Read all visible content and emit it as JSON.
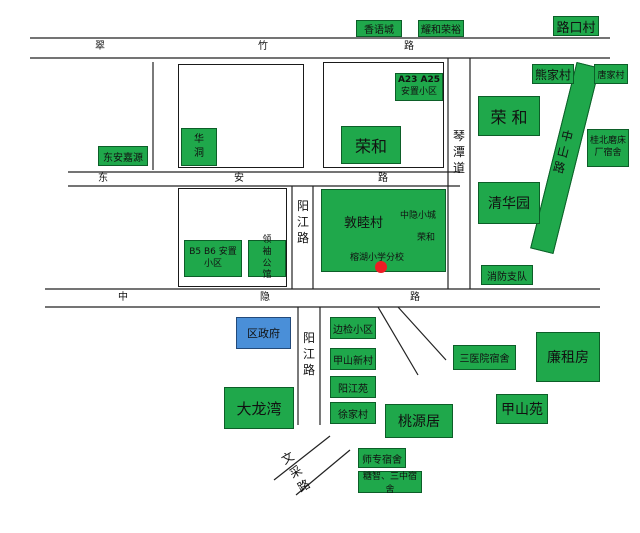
{
  "roads": {
    "cuizhu": [
      "翠",
      "竹",
      "路"
    ],
    "dongan": [
      "东",
      "安",
      "路"
    ],
    "zhongyin": [
      "中",
      "隐",
      "路"
    ],
    "yangjiang_n": "阳江路",
    "yangjiang_s": "阳江路",
    "qintan": "琴潭道",
    "zhongshan": "中山路",
    "wencai": "文采路"
  },
  "places": {
    "xiangyucheng": "香语城",
    "yaoherongyu": "耀和荣裕",
    "lukoucun": "路口村",
    "xiongjiacun": "熊家村",
    "tangjiacun": "唐家村",
    "a23": "A23 A25",
    "a23_sub": "安置小区",
    "ronghe_n": "荣和",
    "ronghe_e": "荣 和",
    "guibei": "桂北磨床厂宿舍",
    "dongan_jiayuan": "东安嘉源",
    "huadong": "华洞",
    "b5b6": "B5 B6 安置小区",
    "lingxiu": "领袖公馆",
    "dunmucun": "敦睦村",
    "zhongyinxiaocheng": "中隐小城",
    "ronghe_small": "荣和",
    "rongshu": "榕湖小学分校",
    "qinghuayuan": "清华园",
    "xiaofang": "消防支队",
    "qu_zhengfu": "区政府",
    "bianjian": "边检小区",
    "jiashan_xincun": "甲山新村",
    "yangjiangyuan": "阳江苑",
    "xujiacun": "徐家村",
    "dalongwan": "大龙湾",
    "taoyuanju": "桃源居",
    "sanyiyuan": "三医院宿舍",
    "lianzufang": "廉租房",
    "jiashanyuan": "甲山苑",
    "shizhuan": "师专宿舍",
    "tangzhi": "糖智、三中宿舍"
  },
  "colors": {
    "green": "#1fa84b",
    "blue": "#4a8fd8",
    "marker": "#ee1c24"
  }
}
